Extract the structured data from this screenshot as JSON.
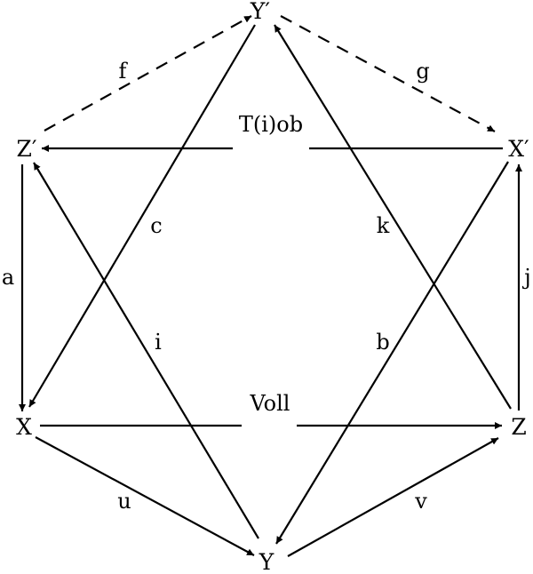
{
  "nodes": {
    "Yp": "Y′",
    "Zp": "Z′",
    "Xp": "X′",
    "X": "X",
    "Z": "Z",
    "Y": "Y"
  },
  "edges": {
    "f": "f",
    "g": "g",
    "tiob": "T(i)ob",
    "c": "c",
    "k": "k",
    "a": "a",
    "j": "j",
    "i": "i",
    "b": "b",
    "voll": "Voll",
    "u": "u",
    "v": "v"
  },
  "colors": {
    "line": "#000000",
    "background": "#ffffff"
  }
}
